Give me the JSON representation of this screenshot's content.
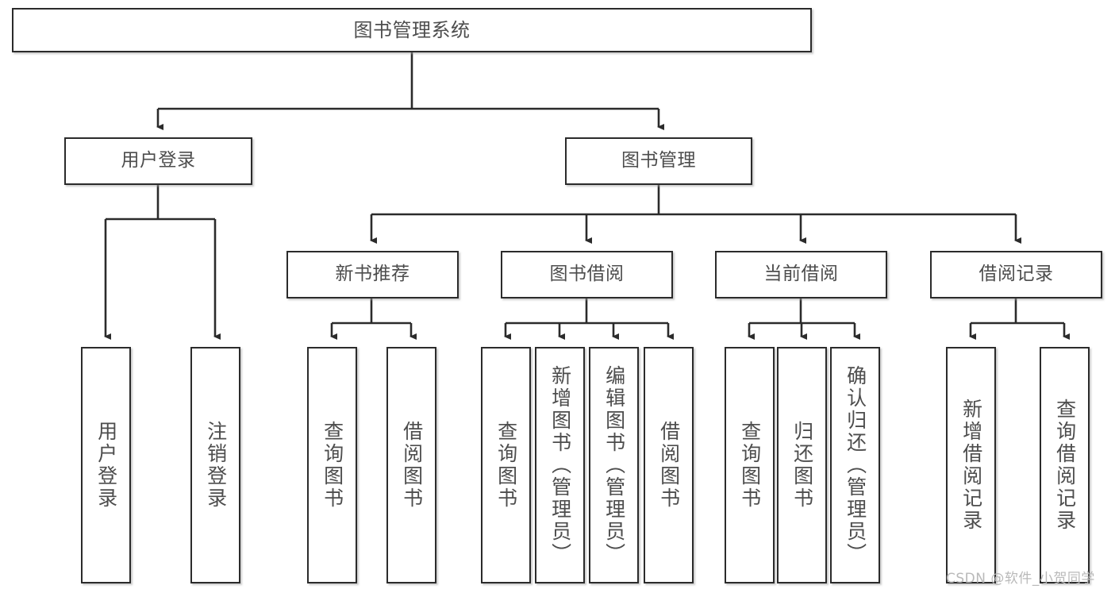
{
  "diagram": {
    "type": "hierarchy-tree",
    "title": "图书管理系统",
    "line_color": "#2b2b2b",
    "box_fill": "#ffffff",
    "text_color": "#4d4d4d",
    "root": {
      "label": "图书管理系统"
    },
    "level2": [
      {
        "label": "用户登录"
      },
      {
        "label": "图书管理"
      }
    ],
    "level3": [
      {
        "label": "新书推荐"
      },
      {
        "label": "图书借阅"
      },
      {
        "label": "当前借阅"
      },
      {
        "label": "借阅记录"
      }
    ],
    "leaves": {
      "user_login": [
        {
          "label": "用户登录"
        },
        {
          "label": "注销登录"
        }
      ],
      "new_book": [
        {
          "label": "查询图书"
        },
        {
          "label": "借阅图书"
        }
      ],
      "book_borrow": [
        {
          "label": "查询图书"
        },
        {
          "label": "新增图书（管理员）"
        },
        {
          "label": "编辑图书（管理员）"
        },
        {
          "label": "借阅图书"
        }
      ],
      "current_borrow": [
        {
          "label": "查询图书"
        },
        {
          "label": "归还图书"
        },
        {
          "label": "确认归还（管理员）"
        }
      ],
      "borrow_record": [
        {
          "label": "新增借阅记录"
        },
        {
          "label": "查询借阅记录"
        }
      ]
    }
  },
  "watermark": {
    "text": "CSDN @软件_小贺同学"
  }
}
